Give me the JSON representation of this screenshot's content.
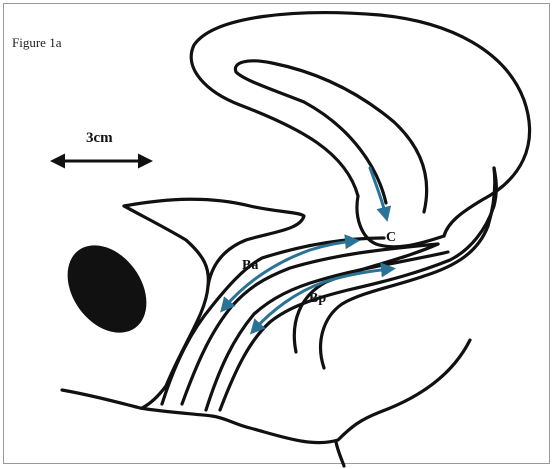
{
  "figure": {
    "title": "Figure 1a",
    "scale_label": "3cm",
    "labels": {
      "c": "C",
      "ba": "Ba",
      "bp": "Bp"
    },
    "colors": {
      "outline": "#111111",
      "arrow": "#2a7396",
      "filled_organ": "#111111"
    }
  }
}
